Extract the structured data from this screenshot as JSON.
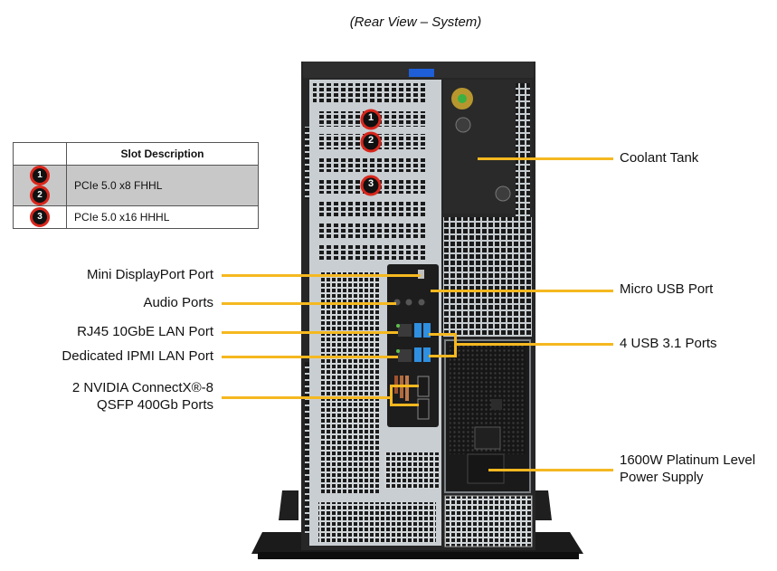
{
  "title": "(Rear View – System)",
  "slot_table": {
    "header": "Slot Description",
    "rows": [
      {
        "slots": [
          "1",
          "2"
        ],
        "description": "PCIe 5.0 x8 FHHL"
      },
      {
        "slots": [
          "3"
        ],
        "description": "PCIe 5.0 x16 HHHL"
      }
    ]
  },
  "slot_markers": [
    "1",
    "2",
    "3"
  ],
  "callouts_left": {
    "mini_dp": "Mini DisplayPort Port",
    "audio": "Audio Ports",
    "rj45": "RJ45 10GbE LAN Port",
    "ipmi": "Dedicated IPMI LAN Port",
    "connectx_line1": "2 NVIDIA ConnectX®-8",
    "connectx_line2": "QSFP 400Gb Ports"
  },
  "callouts_right": {
    "coolant": "Coolant Tank",
    "micro_usb": "Micro USB Port",
    "usb": "4 USB 3.1 Ports",
    "psu_line1": "1600W Platinum Level",
    "psu_line2": "Power Supply"
  },
  "colors": {
    "leader": "#f5b820",
    "badge_ring": "#d9261c",
    "chassis": "#2a2a2a",
    "panel": "#c9ced2",
    "usb_blue": "#2f8fe0",
    "handle_blue": "#1e5fd8"
  }
}
